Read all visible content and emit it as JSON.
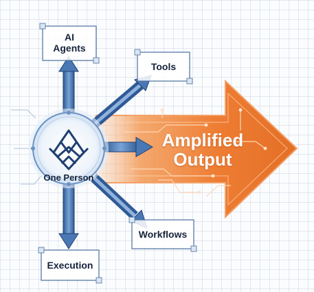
{
  "center": {
    "label": "One Person"
  },
  "boxes": {
    "ai_agents": {
      "label": "AI\nAgents"
    },
    "tools": {
      "label": "Tools"
    },
    "workflows": {
      "label": "Workflows"
    },
    "execution": {
      "label": "Execution"
    }
  },
  "output": {
    "line1": "Amplified",
    "line2": "Output"
  },
  "colors": {
    "navy": "#1f3f72",
    "blue_arrow": "#4a78b5",
    "orange": "#ee7d33",
    "orange_light": "#f7b078",
    "orange_dark": "#c55b1c"
  },
  "icons": {
    "center_logo": "diamond-knot-icon"
  }
}
